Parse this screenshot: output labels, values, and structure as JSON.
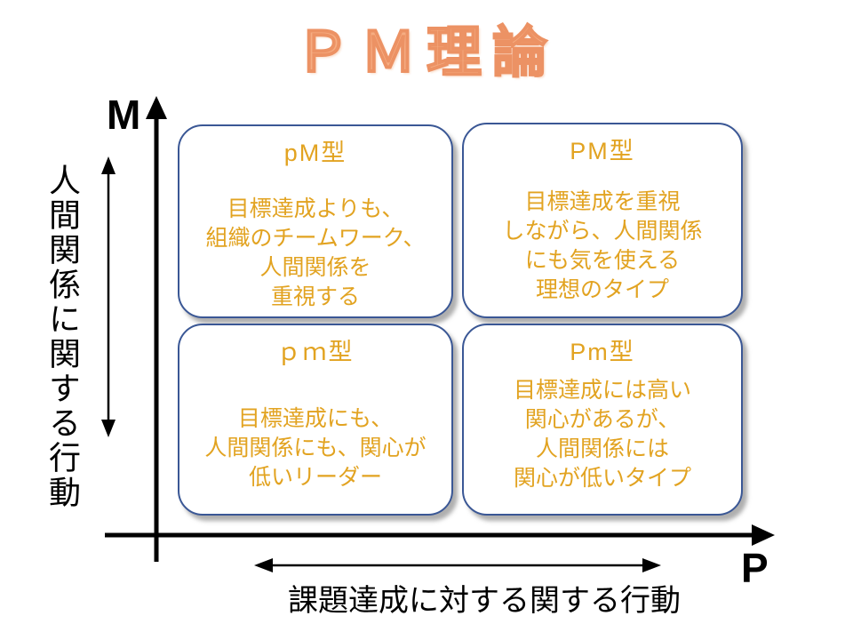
{
  "title": "ＰＭ理論",
  "axes": {
    "y_label": "M",
    "x_label": "P",
    "y_text": "人間関係に関する行動",
    "x_text": "課題達成に対する関する行動"
  },
  "quadrants": [
    {
      "label": "pM型",
      "body": "目標達成よりも、\n組織のチームワーク、\n人間関係を\n重視する"
    },
    {
      "label": "PM型",
      "body": "目標達成を重視\nしながら、人間関係\nにも気を使える\n理想のタイプ"
    },
    {
      "label": "ｐｍ型",
      "body": "目標達成にも、\n人間関係にも、関心が\n低いリーダー"
    },
    {
      "label": "Pm型",
      "body": "目標達成には高い\n関心があるが、\n人間関係には\n関心が低いタイプ"
    }
  ],
  "colors": {
    "title": "#F6AD82",
    "quadrant_text": "#E2A321",
    "quadrant_border": "#3A5795",
    "axis": "#000000"
  }
}
